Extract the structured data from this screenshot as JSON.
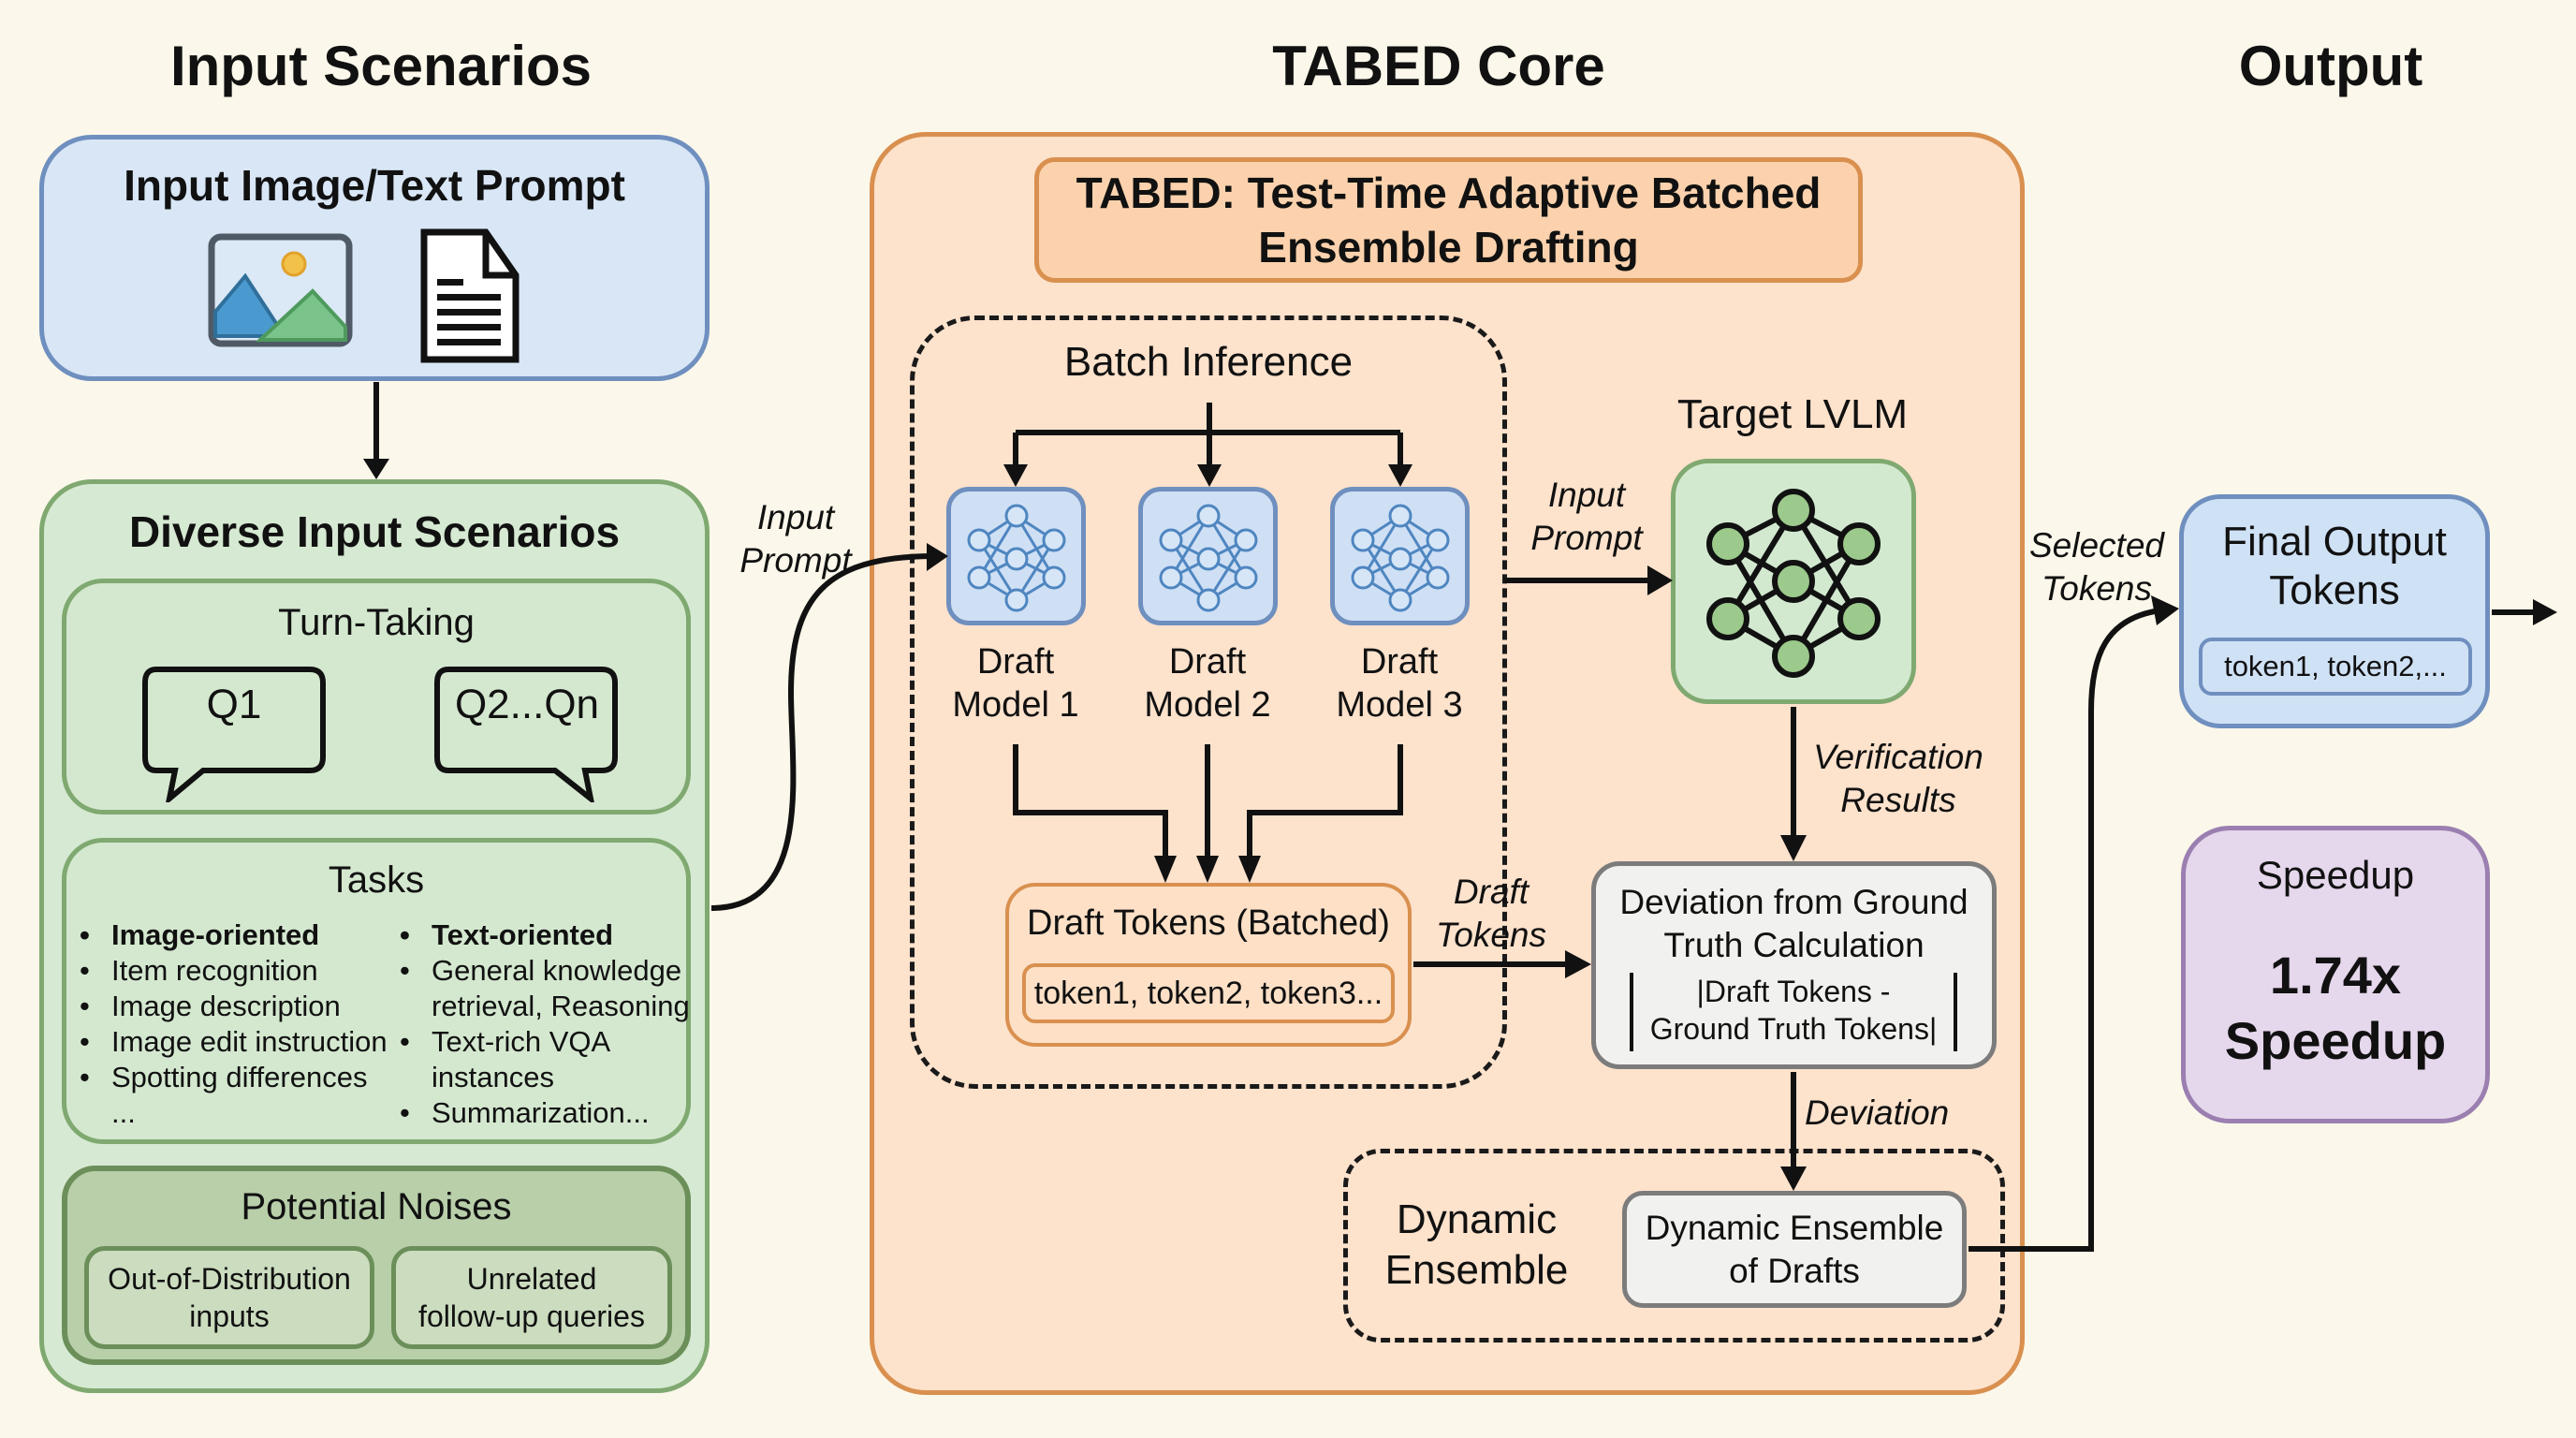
{
  "headings": {
    "input": "Input Scenarios",
    "core": "TABED Core",
    "output": "Output"
  },
  "input_prompt_box": {
    "title": "Input Image/Text Prompt",
    "icons": [
      "image-icon",
      "document-icon"
    ]
  },
  "diverse": {
    "title": "Diverse Input Scenarios",
    "turn_taking": {
      "title": "Turn-Taking",
      "bubbles": [
        "Q1",
        "Q2...Qn"
      ]
    },
    "tasks": {
      "title": "Tasks",
      "left": [
        {
          "text": "Image-oriented",
          "bold": true,
          "bullet": true
        },
        {
          "text": "Item recognition",
          "bold": false,
          "bullet": true
        },
        {
          "text": "Image description",
          "bold": false,
          "bullet": true
        },
        {
          "text": "Image edit instruction",
          "bold": false,
          "bullet": true
        },
        {
          "text": "Spotting differences",
          "bold": false,
          "bullet": true
        },
        {
          "text": "...",
          "bold": false,
          "bullet": false
        }
      ],
      "right": [
        {
          "text": "Text-oriented",
          "bold": true,
          "bullet": true
        },
        {
          "text": "General knowledge",
          "bold": false,
          "bullet": true
        },
        {
          "text": "retrieval, Reasoning",
          "bold": false,
          "bullet": false
        },
        {
          "text": "Text-rich VQA",
          "bold": false,
          "bullet": true
        },
        {
          "text": "instances",
          "bold": false,
          "bullet": false
        },
        {
          "text": "Summarization...",
          "bold": false,
          "bullet": true
        }
      ]
    },
    "noises": {
      "title": "Potential Noises",
      "items": [
        {
          "line1": "Out-of-Distribution",
          "line2": "inputs"
        },
        {
          "line1": "Unrelated",
          "line2": "follow-up queries"
        }
      ]
    }
  },
  "edge_labels": {
    "input_prompt_1": {
      "line1": "Input",
      "line2": "Prompt"
    },
    "input_prompt_2": {
      "line1": "Input",
      "line2": "Prompt"
    },
    "draft_tokens": {
      "line1": "Draft",
      "line2": "Tokens"
    },
    "verification": {
      "line1": "Verification",
      "line2": "Results"
    },
    "deviation": "Deviation",
    "selected_tokens": {
      "line1": "Selected",
      "line2": "Tokens"
    }
  },
  "core": {
    "title_line1": "TABED: Test-Time Adaptive Batched",
    "title_line2": "Ensemble Drafting",
    "batch": {
      "title": "Batch Inference",
      "models": [
        {
          "line1": "Draft",
          "line2": "Model 1"
        },
        {
          "line1": "Draft",
          "line2": "Model 2"
        },
        {
          "line1": "Draft",
          "line2": "Model 3"
        }
      ],
      "draft_tokens": {
        "title": "Draft Tokens (Batched)",
        "tokens": "token1, token2, token3..."
      }
    },
    "target": {
      "title": "Target LVLM"
    },
    "deviation_box": {
      "line1": "Deviation from Ground",
      "line2": "Truth Calculation",
      "formula_line1": "|Draft Tokens -",
      "formula_line2": "Ground Truth Tokens|"
    },
    "dynamic": {
      "label_line1": "Dynamic",
      "label_line2": "Ensemble",
      "box_line1": "Dynamic Ensemble",
      "box_line2": "of Drafts"
    }
  },
  "output": {
    "final": {
      "line1": "Final Output",
      "line2": "Tokens",
      "tokens": "token1, token2,..."
    },
    "speedup": {
      "title": "Speedup",
      "value": "1.74x",
      "value_label": "Speedup"
    }
  },
  "colors": {
    "background": "#fbf7ea",
    "blue": "#6f8fbf",
    "green": "#7fa970",
    "orange": "#d9904f",
    "purple": "#9a7fb0",
    "gray": "#7c7c7c"
  }
}
